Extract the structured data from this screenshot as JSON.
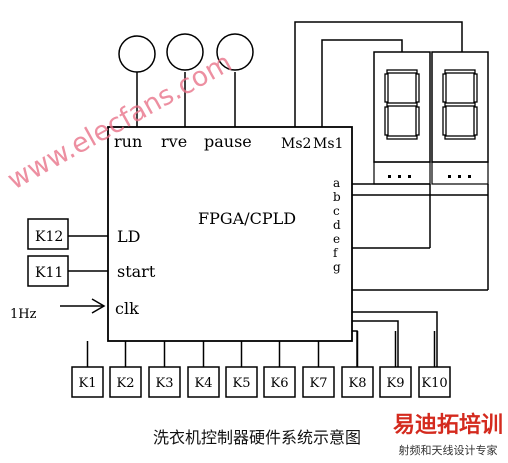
{
  "watermark": {
    "text": "www.elecfans.com",
    "color": "#e8738a"
  },
  "chip": {
    "label": "FPGA/CPLD",
    "top_pins": [
      "run",
      "rve",
      "pause"
    ],
    "mode_pins": [
      "Ms2",
      "Ms1"
    ],
    "seg_pins": [
      "a",
      "b",
      "c",
      "d",
      "e",
      "f",
      "g"
    ],
    "left_pins": [
      "LD",
      "start",
      "clk"
    ]
  },
  "left_keys": [
    "K12",
    "K11"
  ],
  "clock_label": "1Hz",
  "bottom_keys": [
    "K1",
    "K2",
    "K3",
    "K4",
    "K5",
    "K6",
    "K7",
    "K8",
    "K9",
    "K10"
  ],
  "caption": "洗衣机控制器硬件系统示意图",
  "logo": {
    "main": "易迪拓培训",
    "sub": "射频和天线设计专家",
    "color": "#d42a1e",
    "sub_color": "#333333"
  }
}
